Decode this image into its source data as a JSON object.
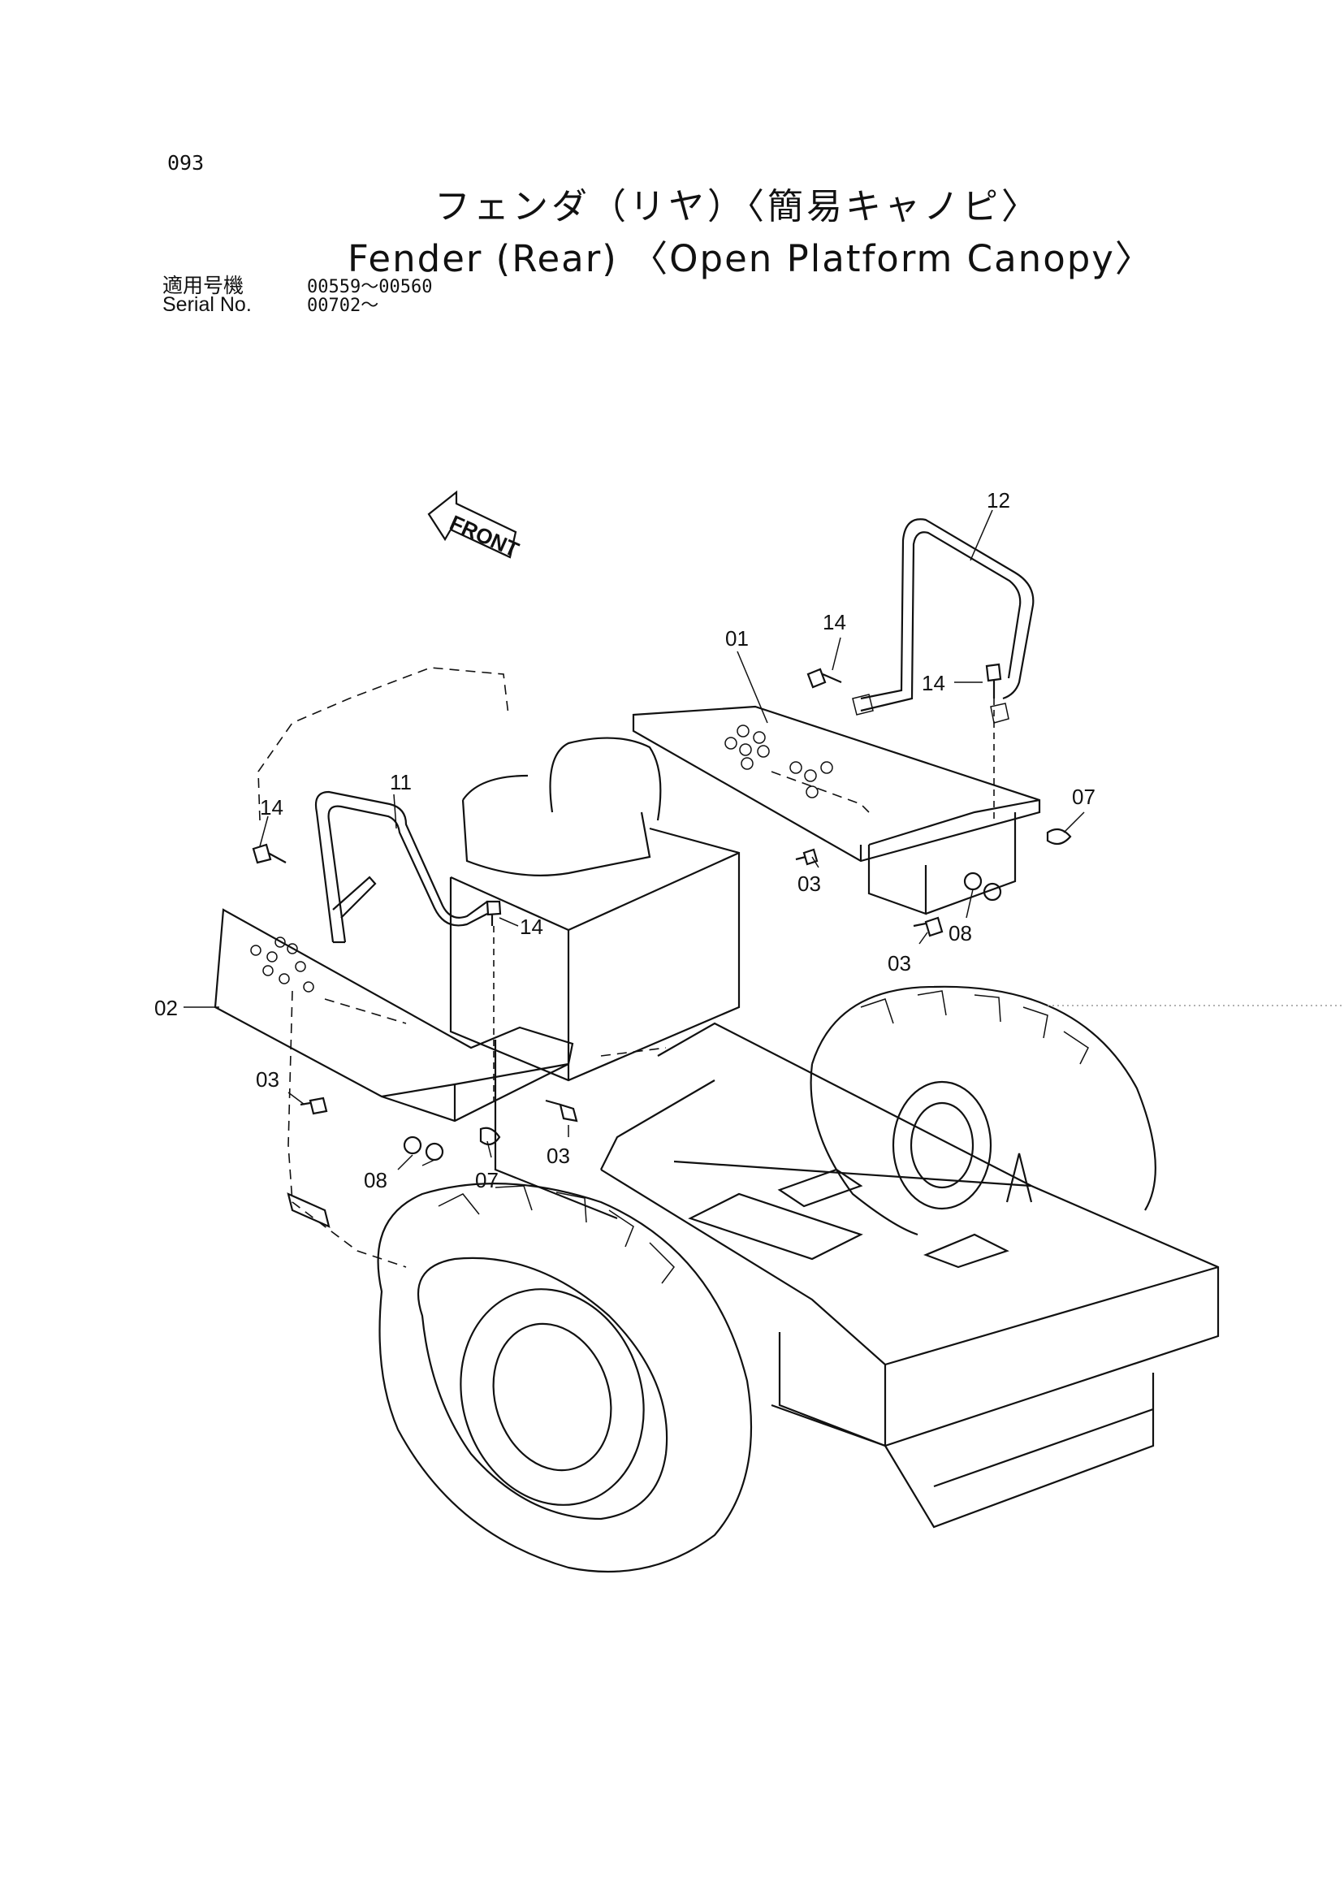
{
  "header": {
    "page_number": "093",
    "title_jp": "フェンダ（リヤ）〈簡易キャノピ〉",
    "title_en": "Fender (Rear) 〈Open Platform Canopy〉"
  },
  "serial": {
    "label_jp": "適用号機",
    "label_en": "Serial No.",
    "range_1": "00559～00560",
    "range_2": "00702～"
  },
  "diagram": {
    "front_marker": "FRONT",
    "callouts": {
      "c01": "01",
      "c02": "02",
      "c03a": "03",
      "c03b": "03",
      "c03c": "03",
      "c03d": "03",
      "c07a": "07",
      "c07b": "07",
      "c08a": "08",
      "c08b": "08",
      "c11": "11",
      "c12": "12",
      "c14a": "14",
      "c14b": "14",
      "c14c": "14",
      "c14d": "14"
    }
  }
}
